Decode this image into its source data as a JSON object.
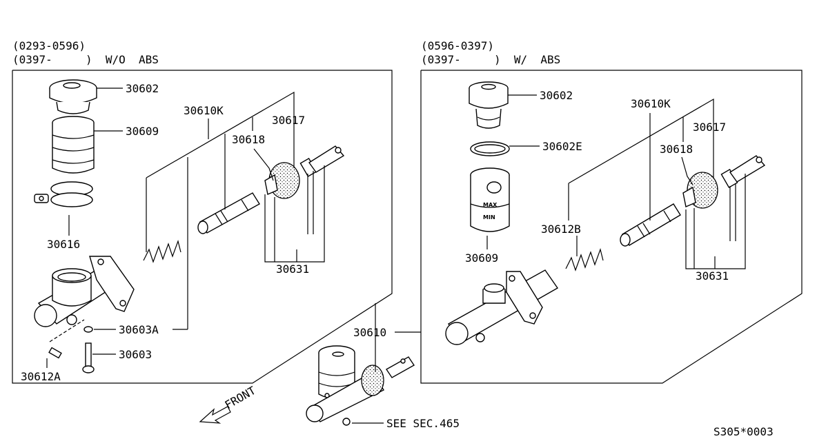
{
  "left_panel": {
    "header_line1": "(0293-0596)",
    "header_line2": "(0397-     )  W/O  ABS",
    "labels": {
      "p30602": "30602",
      "p30609": "30609",
      "p30616": "30616",
      "p30610K": "30610K",
      "p30617": "30617",
      "p30618": "30618",
      "p30631": "30631",
      "p30603A": "30603A",
      "p30603": "30603",
      "p30612A": "30612A"
    }
  },
  "right_panel": {
    "header_line1": "(0596-0397)",
    "header_line2": "(0397-     )  W/  ABS",
    "labels": {
      "p30602": "30602",
      "p30602E": "30602E",
      "p30609": "30609",
      "p30610K": "30610K",
      "p30617": "30617",
      "p30618": "30618",
      "p30612B": "30612B",
      "p30631": "30631"
    },
    "reservoir_max": "MAX",
    "reservoir_min": "MIN"
  },
  "center": {
    "p30610": "30610",
    "see_sec": "SEE SEC.465",
    "front": "FRONT"
  },
  "diagram_code": "S305*0003"
}
